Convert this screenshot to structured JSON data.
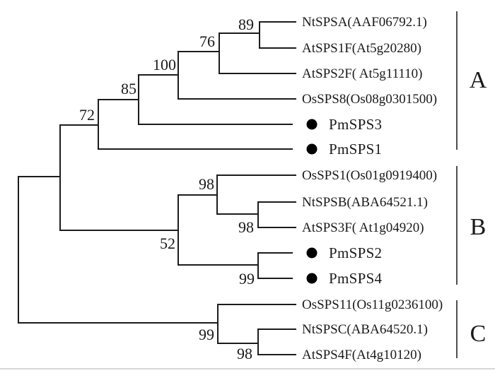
{
  "figure": {
    "type": "phylogenetic-tree",
    "style": "rectangular cladogram with bootstrap values and group brackets"
  },
  "colors": {
    "background": "#ffffff",
    "branch": "#1c1c1c",
    "bracket": "#4f4f4f",
    "marker": "#000000",
    "text": "#1a1a1a"
  },
  "tree": {
    "topology_newick": "((((((NtSPSA,AtSPS1F)89,AtSPS2F)76,OsSPS8)100,PmSPS3)85,PmSPS1)72,((OsSPS1,(NtSPSB,AtSPS3F)98)98,(PmSPS2,PmSPS4)99)52),((OsSPS11,(NtSPSC,AtSPS4F)98)99)",
    "marker_meaning": "black-dot",
    "leaves": [
      {
        "label": "NtSPSA(AAF06792.1)",
        "marked": false,
        "group": "A"
      },
      {
        "label": "AtSPS1F(At5g20280)",
        "marked": false,
        "group": "A"
      },
      {
        "label": "AtSPS2F( At5g11110)",
        "marked": false,
        "group": "A"
      },
      {
        "label": "OsSPS8(Os08g0301500)",
        "marked": false,
        "group": "A"
      },
      {
        "label": "PmSPS3",
        "marked": true,
        "group": "A"
      },
      {
        "label": "PmSPS1",
        "marked": true,
        "group": "A"
      },
      {
        "label": "OsSPS1(Os01g0919400)",
        "marked": false,
        "group": "B"
      },
      {
        "label": "NtSPSB(ABA64521.1)",
        "marked": false,
        "group": "B"
      },
      {
        "label": "AtSPS3F( At1g04920)",
        "marked": false,
        "group": "B"
      },
      {
        "label": "PmSPS2",
        "marked": true,
        "group": "B"
      },
      {
        "label": "PmSPS4",
        "marked": true,
        "group": "B"
      },
      {
        "label": "OsSPS11(Os11g0236100)",
        "marked": false,
        "group": "C"
      },
      {
        "label": "NtSPSC(ABA64520.1)",
        "marked": false,
        "group": "C"
      },
      {
        "label": "AtSPS4F(At4g10120)",
        "marked": false,
        "group": "C"
      }
    ],
    "bootstrap": [
      "89",
      "76",
      "100",
      "85",
      "72",
      "98",
      "98",
      "52",
      "99",
      "99",
      "98"
    ]
  },
  "groups": [
    {
      "label": "A"
    },
    {
      "label": "B"
    },
    {
      "label": "C"
    }
  ]
}
